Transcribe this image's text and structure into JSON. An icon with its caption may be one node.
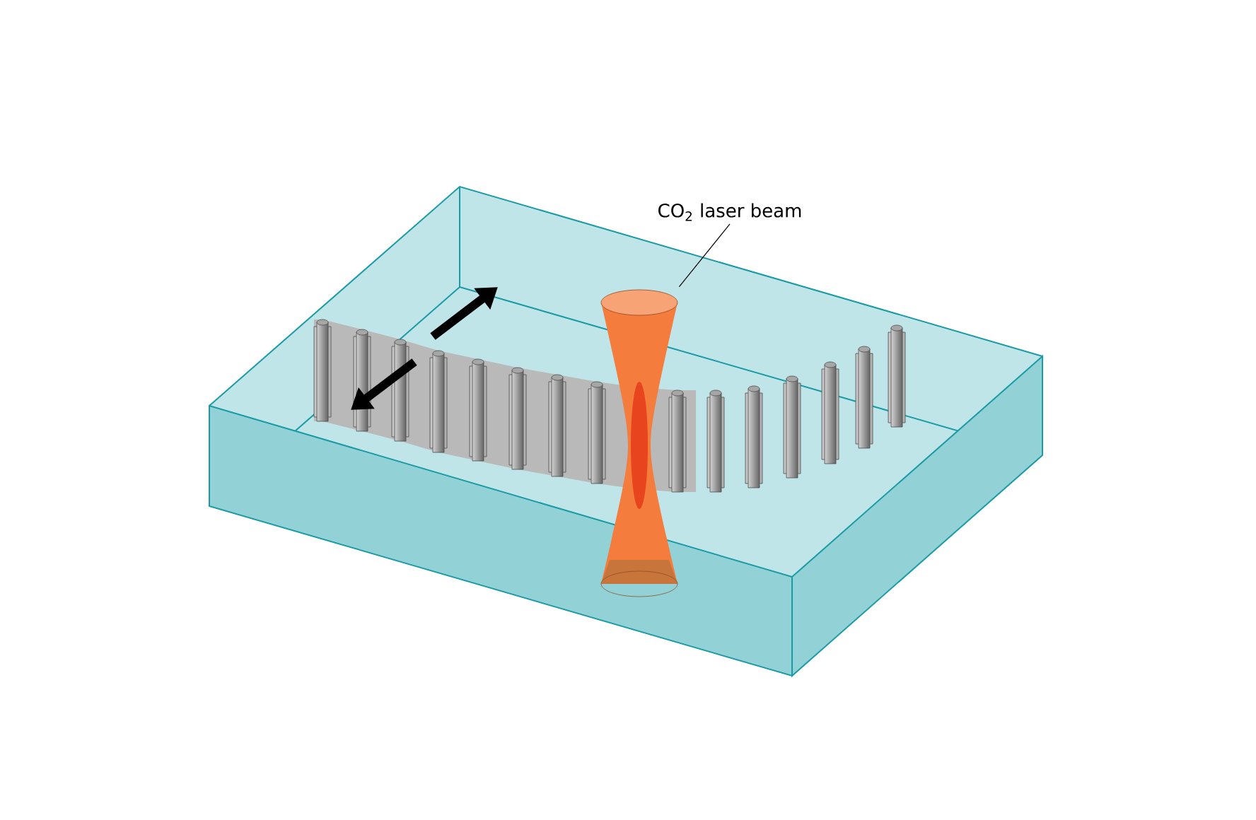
{
  "diagram": {
    "nodes": [
      {
        "text": [
          "CO$_{2}$ laser beam"
        ]
      },
      {
        "text": [],
        "shape": "picture"
      }
    ],
    "edges": [
      {
        "from": 0,
        "to": 1,
        "arrow": "none"
      }
    ]
  }
}
